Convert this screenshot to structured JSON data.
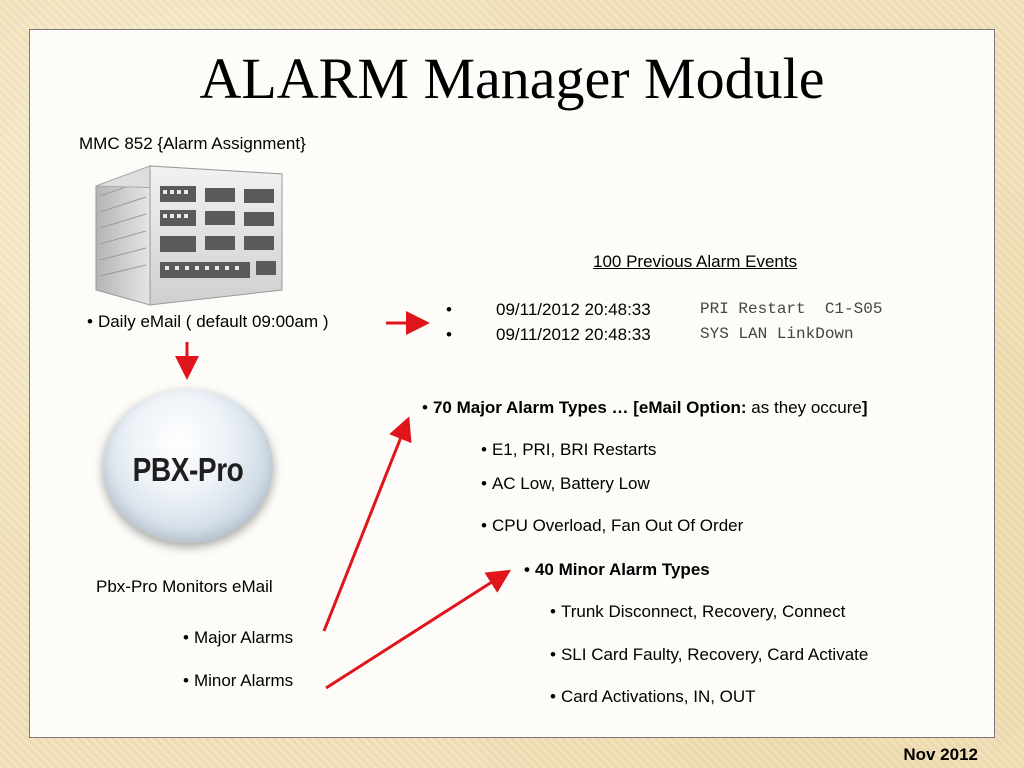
{
  "slide": {
    "title": "ALARM Manager Module",
    "mmc_label": "MMC 852 {Alarm Assignment}",
    "daily_email": "Daily eMail ( default 09:00am )",
    "pbx_logo": "PBX-Pro",
    "monitor_label": "Pbx-Pro Monitors eMail",
    "monitors": [
      "Major Alarms",
      "Minor Alarms"
    ],
    "events": {
      "heading": "100 Previous Alarm Events",
      "rows": [
        {
          "time": "09/11/2012 20:48:33",
          "message": "PRI Restart  C1-S05"
        },
        {
          "time": "09/11/2012 20:48:33",
          "message": "SYS LAN LinkDown"
        }
      ]
    },
    "major": {
      "prefix": "70 Major Alarm Types … [eMail Option:",
      "suffix": " as they occure",
      "close": "]",
      "items": [
        "E1, PRI, BRI Restarts",
        "AC Low, Battery Low",
        "CPU Overload, Fan Out Of Order"
      ]
    },
    "minor": {
      "heading": "40 Minor Alarm Types",
      "items": [
        "Trunk Disconnect, Recovery, Connect",
        "SLI Card Faulty, Recovery, Card Activate",
        "Card Activations, IN, OUT"
      ]
    },
    "footer": "Nov 2012",
    "colors": {
      "arrow": "#e0141b",
      "background": "#f3e3bb"
    }
  }
}
